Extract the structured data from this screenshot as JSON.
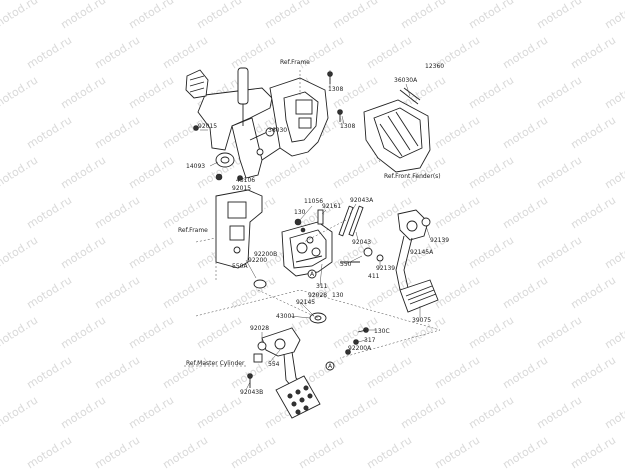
{
  "diagram": {
    "code": "12360",
    "watermark": "motod.ru",
    "callout_marker": "A",
    "references": {
      "frame_top": "Ref.Frame",
      "front_fender": "Ref.Front Fender(s)",
      "frame_left": "Ref.Frame",
      "master_cylinder": "Ref.Master Cylinder"
    },
    "parts": {
      "p1308a": "1308",
      "p36030a": "36030A",
      "p1308b": "1308",
      "p36030": "36030",
      "p92015": "92015",
      "p14093": "14093",
      "p43106": "43106",
      "p92015b": "92015",
      "p11056": "11056",
      "p92043a": "92043A",
      "p92161": "92161",
      "p130": "130",
      "p92043": "92043",
      "p92139": "92139",
      "p92145a": "92145A",
      "p92200b": "92200B",
      "p92200": "92200",
      "p550a": "550A",
      "p550": "550",
      "p92139b": "92139",
      "p411": "411",
      "p311": "311",
      "p92028": "92028",
      "p130b": "130",
      "p92145": "92145",
      "p43001": "43001",
      "p39075": "39075",
      "p92028b": "92028",
      "p130c": "130C",
      "p317": "317",
      "p92200a": "92200A",
      "p554": "554",
      "p92043b": "92043B"
    }
  }
}
